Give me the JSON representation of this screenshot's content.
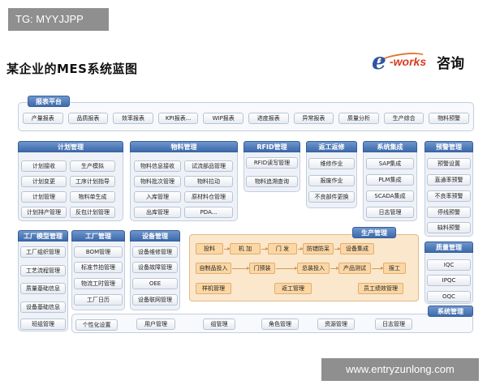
{
  "watermark_top": "TG: MYYJJPP",
  "page_title": "某企业的MES系统蓝图",
  "brand": {
    "e": "e",
    "works": "-works",
    "cn": "咨询",
    "accent": "#d83a1f",
    "primary": "#2d55a4"
  },
  "report": {
    "header": "报表平台",
    "items": [
      "产量报表",
      "品质报表",
      "效率报表",
      "KPI报表...",
      "WIP报表",
      "进度报表",
      "异常报表",
      "质量分析",
      "生产综合",
      "物料预警"
    ]
  },
  "plan": {
    "header": "计划管理",
    "items": [
      "计划接收",
      "生产模拟",
      "计划变更",
      "工序计划指导",
      "计划管理",
      "物料单生成",
      "计划排产管理",
      "反包计划管理"
    ]
  },
  "material": {
    "header": "物料管理",
    "items": [
      "物料信息接收",
      "试流部品管理",
      "物料批次管理",
      "物料拉动",
      "入库管理",
      "原材料仓管理",
      "出库管理",
      "PDA..."
    ]
  },
  "rfid": {
    "header": "RFID管理",
    "items": [
      "RFID读写管理",
      "物料追溯查询"
    ]
  },
  "rework": {
    "header": "返工返修",
    "items": [
      "维修作业",
      "报废作业",
      "不良部件更换"
    ]
  },
  "integration": {
    "header": "系统集成",
    "items": [
      "SAP集成",
      "PLM集成",
      "SCADA集成",
      "日志管理"
    ]
  },
  "warning": {
    "header": "预警管理",
    "items": [
      "预警设置",
      "直通率预警",
      "不良率预警",
      "停线预警",
      "缺料预警"
    ]
  },
  "factory_model": {
    "header": "工厂模型管理",
    "items": [
      "工厂组织管理",
      "工艺流程管理",
      "质量基础信息",
      "设备基础信息",
      "班组管理"
    ]
  },
  "factory_mgmt": {
    "header": "工厂管理",
    "items": [
      "BOM管理",
      "标准节拍管理",
      "物流工时管理",
      "工厂日历"
    ]
  },
  "equipment": {
    "header": "设备管理",
    "items": [
      "设备维修管理",
      "设备故障管理",
      "OEE",
      "设备联网管理"
    ]
  },
  "production": {
    "header": "生产管理",
    "row1": [
      "投料",
      "机 加",
      "门 发",
      "防错防呆",
      "设备集成"
    ],
    "row2": [
      "自制品投入",
      "门预装",
      "总装投入",
      "产品测试",
      "报工"
    ],
    "row3": [
      "样机管理",
      "返工管理",
      "员工绩效管理"
    ]
  },
  "quality": {
    "header": "质量管理",
    "items": [
      "IQC",
      "IPQC",
      "OQC"
    ]
  },
  "system": {
    "header": "系统管理",
    "items": [
      "个性化设置",
      "用户管理",
      "组管理",
      "角色管理",
      "资源管理",
      "日志管理"
    ]
  },
  "watermark_bottom": "www.entryzunlong.com"
}
